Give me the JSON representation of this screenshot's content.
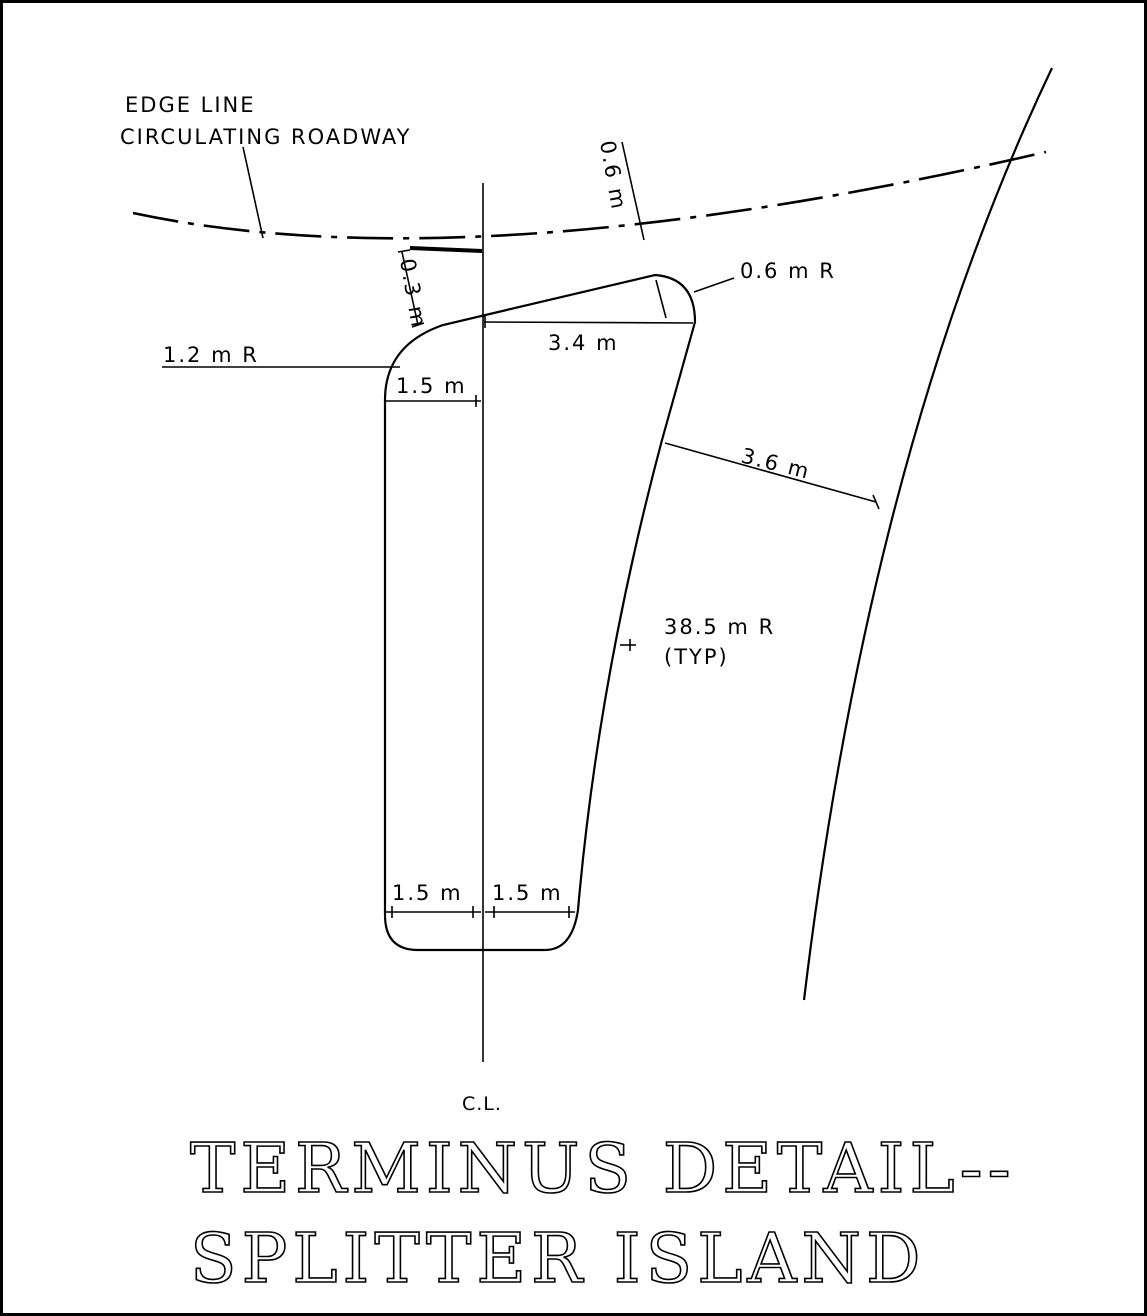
{
  "labels": {
    "edge_line_1": "EDGE LINE",
    "edge_line_2": "CIRCULATING ROADWAY",
    "centerline": "C.L.",
    "radius_small": "0.6 m R",
    "radius_left": "1.2 m R",
    "radius_typ_1": "38.5 m R",
    "radius_typ_2": "(TYP)"
  },
  "dimensions": {
    "offset_left": "0.3 m",
    "offset_right": "0.6 m",
    "nose_width": "3.4 m",
    "left_half_top": "1.5 m",
    "gap": "3.6 m",
    "bottom_left": "1.5 m",
    "bottom_right": "1.5 m"
  },
  "title": {
    "line1": "TERMINUS DETAIL--",
    "line2": "SPLITTER ISLAND"
  }
}
